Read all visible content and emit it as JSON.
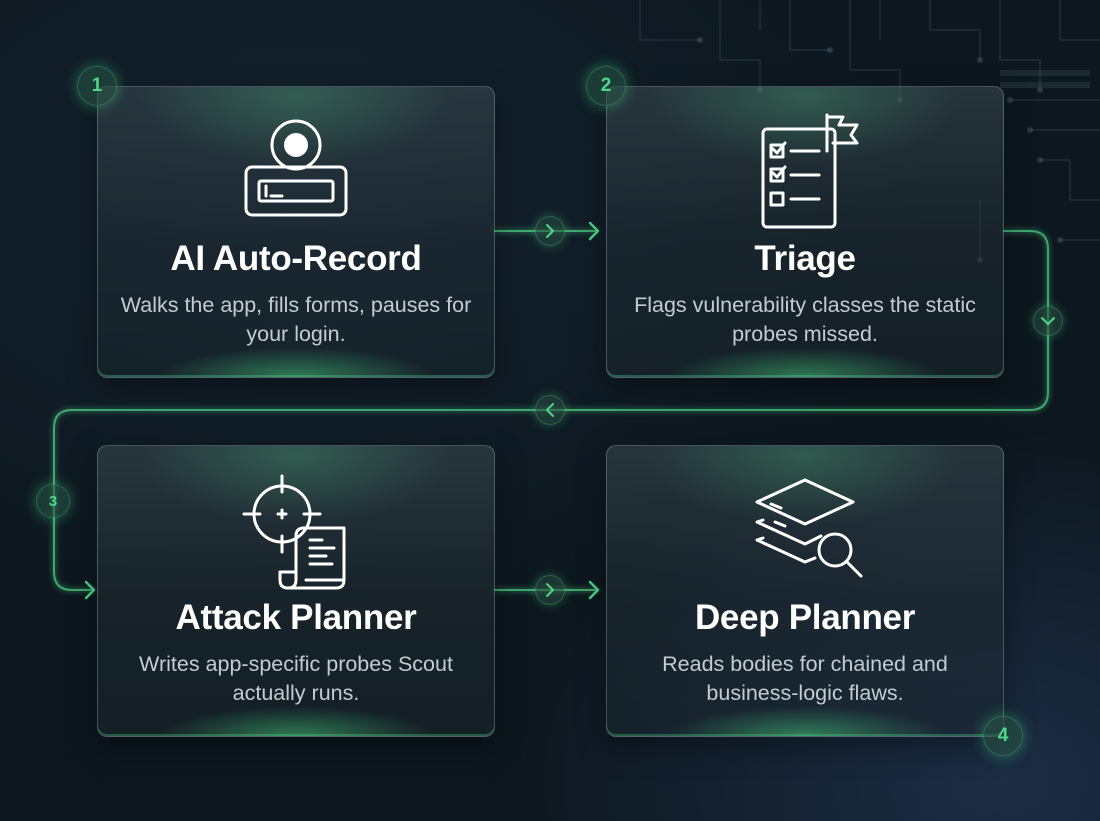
{
  "steps": [
    {
      "number": "1",
      "title": "AI Auto-Record",
      "description": "Walks the app, fills forms, pauses for your login.",
      "icon": "recorder-icon"
    },
    {
      "number": "2",
      "title": "Triage",
      "description": "Flags vulnerability classes the static probes missed.",
      "icon": "checklist-flag-icon"
    },
    {
      "number": "3",
      "title": "Attack Planner",
      "description": "Writes app-specific probes Scout actually runs.",
      "icon": "crosshair-script-icon"
    },
    {
      "number": "4",
      "title": "Deep Planner",
      "description": "Reads bodies for chained and business-logic flaws.",
      "icon": "layers-magnifier-icon"
    }
  ],
  "colors": {
    "accent": "#4fd688",
    "background": "#0d171f",
    "card_border": "#c8dce1",
    "text": "#ffffff",
    "muted_text": "#c3ccd0"
  }
}
